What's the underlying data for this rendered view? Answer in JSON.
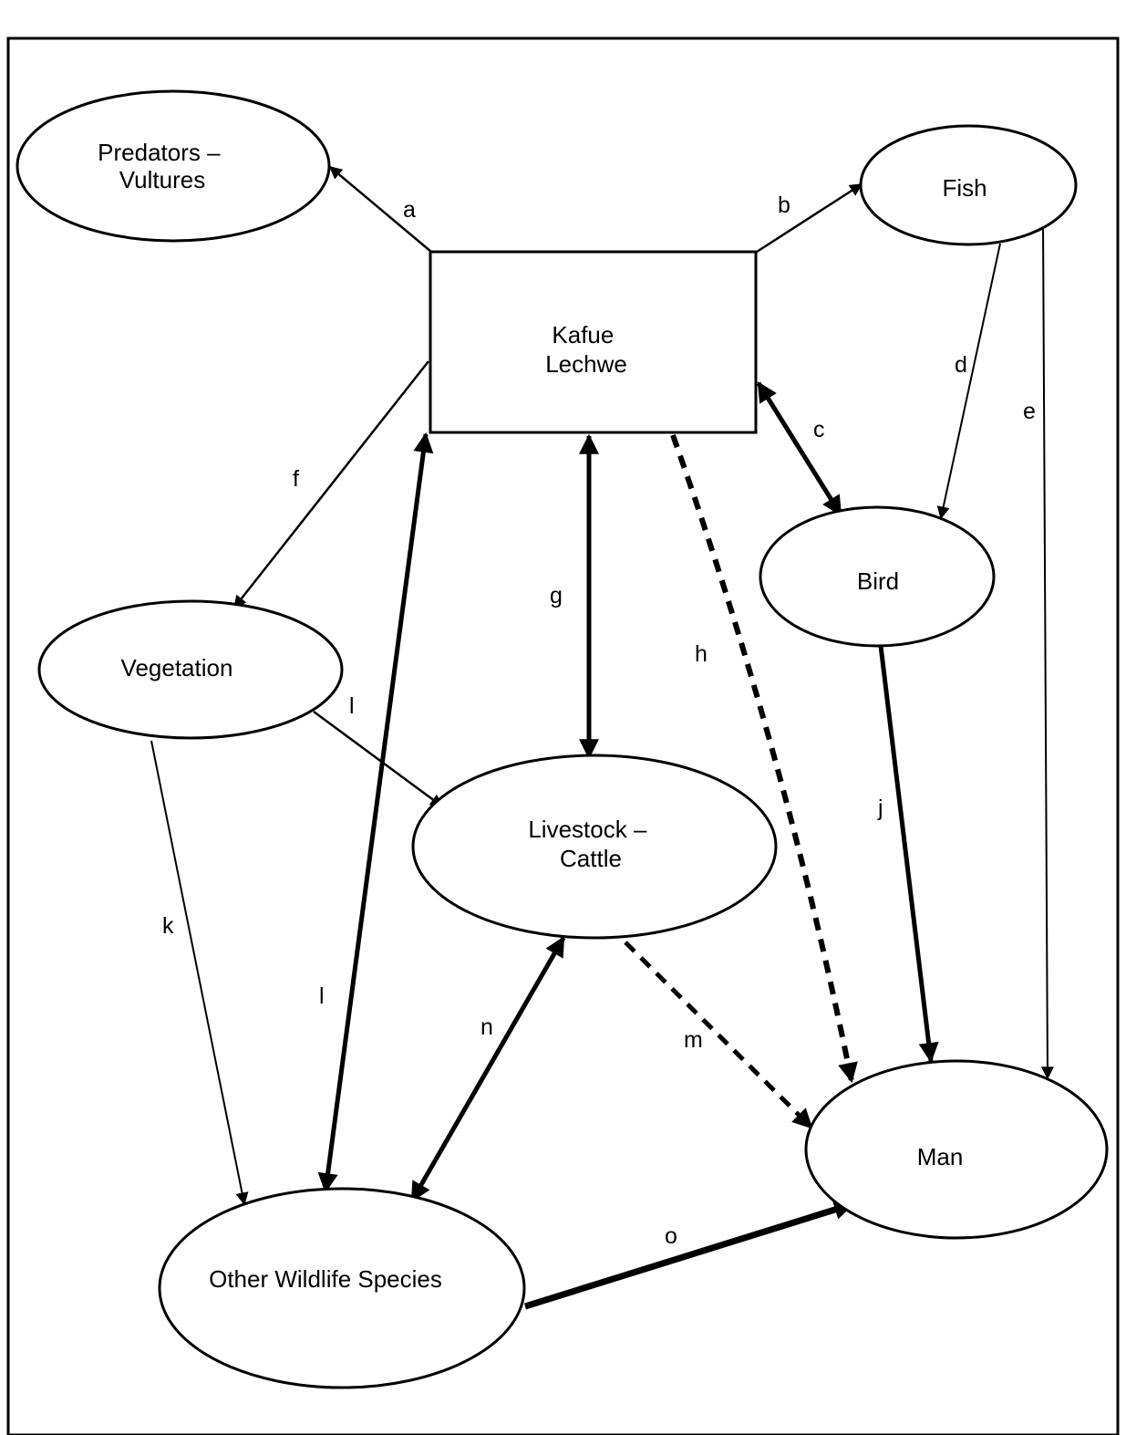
{
  "colors": {
    "background": "#ffffff",
    "ink": "#000000"
  },
  "nodes": {
    "predators": {
      "lines": [
        "Predators –",
        "Vultures"
      ]
    },
    "fish": {
      "lines": [
        "Fish"
      ]
    },
    "kafue": {
      "lines": [
        "Kafue",
        "Lechwe"
      ]
    },
    "bird": {
      "lines": [
        "Bird"
      ]
    },
    "vegetation": {
      "lines": [
        "Vegetation"
      ]
    },
    "livestock": {
      "lines": [
        "Livestock –",
        "Cattle"
      ]
    },
    "man": {
      "lines": [
        "Man"
      ]
    },
    "wildlife": {
      "lines": [
        "Other Wildlife Species"
      ]
    }
  },
  "edges": {
    "a": {
      "label": "a",
      "from": "Kafue Lechwe",
      "to": "Predators – Vultures",
      "style": "solid",
      "direction": "single"
    },
    "b": {
      "label": "b",
      "from": "Kafue Lechwe",
      "to": "Fish",
      "style": "solid",
      "direction": "single"
    },
    "c": {
      "label": "c",
      "from": "Kafue Lechwe",
      "to": "Bird",
      "style": "bold",
      "direction": "both"
    },
    "d": {
      "label": "d",
      "from": "Fish",
      "to": "Bird",
      "style": "solid",
      "direction": "single"
    },
    "e": {
      "label": "e",
      "from": "Fish",
      "to": "Man",
      "style": "solid",
      "direction": "single"
    },
    "f": {
      "label": "f",
      "from": "Kafue Lechwe",
      "to": "Vegetation",
      "style": "solid",
      "direction": "single"
    },
    "g": {
      "label": "g",
      "from": "Kafue Lechwe",
      "to": "Livestock – Cattle",
      "style": "bold",
      "direction": "both"
    },
    "h": {
      "label": "h",
      "from": "Kafue Lechwe",
      "to": "Man",
      "style": "dashed",
      "direction": "single"
    },
    "i": {
      "label": "l",
      "from": "Vegetation",
      "to": "Livestock – Cattle",
      "style": "solid",
      "direction": "single"
    },
    "j": {
      "label": "j",
      "from": "Bird",
      "to": "Man",
      "style": "bold",
      "direction": "single"
    },
    "k": {
      "label": "k",
      "from": "Vegetation",
      "to": "Other Wildlife Species",
      "style": "solid",
      "direction": "single"
    },
    "l": {
      "label": "l",
      "from": "Kafue Lechwe",
      "to": "Other Wildlife Species",
      "style": "bold",
      "direction": "both"
    },
    "m": {
      "label": "m",
      "from": "Livestock – Cattle",
      "to": "Man",
      "style": "dashed",
      "direction": "single"
    },
    "n": {
      "label": "n",
      "from": "Livestock – Cattle",
      "to": "Other Wildlife Species",
      "style": "bold",
      "direction": "both"
    },
    "o": {
      "label": "o",
      "from": "Other Wildlife Species",
      "to": "Man",
      "style": "bold",
      "direction": "single"
    }
  }
}
